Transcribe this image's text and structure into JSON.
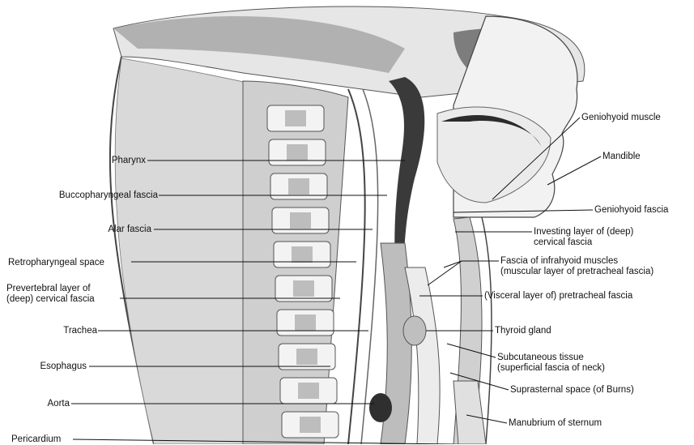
{
  "diagram": {
    "left_labels": [
      {
        "id": "pharynx",
        "text": "Pharynx"
      },
      {
        "id": "buccopharyngeal",
        "text": "Buccopharyngeal fascia"
      },
      {
        "id": "alar",
        "text": "Alar fascia"
      },
      {
        "id": "retropharyngeal",
        "text": "Retropharyngeal space"
      },
      {
        "id": "prevertebral",
        "line1": "Prevertebral layer of",
        "line2": "(deep) cervical fascia"
      },
      {
        "id": "trachea",
        "text": "Trachea"
      },
      {
        "id": "esophagus",
        "text": "Esophagus"
      },
      {
        "id": "aorta",
        "text": "Aorta"
      },
      {
        "id": "pericardium",
        "text": "Pericardium"
      }
    ],
    "right_labels": [
      {
        "id": "geniohyoid_muscle",
        "text": "Geniohyoid muscle"
      },
      {
        "id": "mandible",
        "text": "Mandible"
      },
      {
        "id": "geniohyoid_fascia",
        "text": "Geniohyoid fascia"
      },
      {
        "id": "investing",
        "line1": "Investing layer of (deep)",
        "line2": "cervical fascia"
      },
      {
        "id": "infrahyoid",
        "line1": "Fascia of infrahyoid muscles",
        "line2": "(muscular layer of pretracheal fascia)"
      },
      {
        "id": "visceral",
        "text": "(Visceral layer of) pretracheal fascia"
      },
      {
        "id": "thyroid",
        "text": "Thyroid gland"
      },
      {
        "id": "subcutaneous",
        "line1": "Subcutaneous tissue",
        "line2": "(superficial fascia of neck)"
      },
      {
        "id": "suprasternal",
        "text": "Suprasternal space (of Burns)"
      },
      {
        "id": "manubrium",
        "text": "Manubrium of sternum"
      }
    ]
  }
}
